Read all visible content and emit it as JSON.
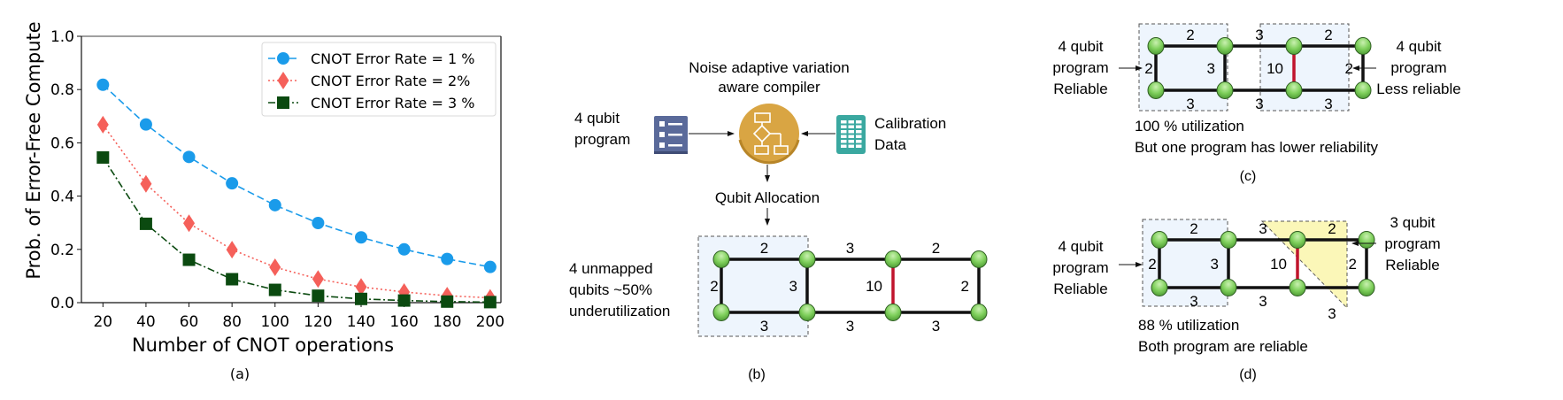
{
  "chart_data": {
    "type": "line",
    "title": "",
    "xlabel": "Number of CNOT operations",
    "ylabel": "Prob. of Error-Free Compute",
    "x": [
      20,
      40,
      60,
      80,
      100,
      120,
      140,
      160,
      180,
      200
    ],
    "xticks": [
      "20",
      "40",
      "60",
      "80",
      "100",
      "120",
      "140",
      "160",
      "180",
      "200"
    ],
    "yticks": [
      "0.0",
      "0.2",
      "0.4",
      "0.6",
      "0.8",
      "1.0"
    ],
    "ylim": [
      0,
      1.0
    ],
    "xlim": [
      10,
      205
    ],
    "grid": false,
    "legend": "top-right",
    "series": [
      {
        "name": "CNOT Error Rate = 1 %",
        "color": "#1a9bea",
        "marker": "circle",
        "linestyle": "dashed",
        "values": [
          0.818,
          0.669,
          0.547,
          0.448,
          0.366,
          0.299,
          0.245,
          0.2,
          0.164,
          0.134
        ]
      },
      {
        "name": "CNOT Error Rate = 2%",
        "color": "#f5605a",
        "marker": "diamond",
        "linestyle": "dotted",
        "values": [
          0.668,
          0.446,
          0.298,
          0.199,
          0.133,
          0.089,
          0.059,
          0.04,
          0.026,
          0.018
        ]
      },
      {
        "name": "CNOT Error Rate = 3 %",
        "color": "#0b4a10",
        "marker": "square",
        "linestyle": "dashdot",
        "values": [
          0.545,
          0.296,
          0.161,
          0.088,
          0.048,
          0.026,
          0.014,
          0.008,
          0.004,
          0.002
        ]
      }
    ],
    "caption": "(a)"
  },
  "panel_b": {
    "compiler_label_line1": "Noise adaptive variation",
    "compiler_label_line2": "aware compiler",
    "program_label_line1": "4 qubit",
    "program_label_line2": "program",
    "calibration_label_line1": "Calibration",
    "calibration_label_line2": "Data",
    "allocation_label": "Qubit Allocation",
    "unmapped_line1": "4 unmapped",
    "unmapped_line2": "qubits ~50%",
    "unmapped_line3": "underutilization",
    "edges": {
      "top": [
        "2",
        "3",
        "2"
      ],
      "bottom": [
        "3",
        "3",
        "3"
      ],
      "vertical": [
        "2",
        "3",
        "10",
        "2"
      ]
    },
    "colors": {
      "program_icon": "#5a6a9a",
      "compiler": "#d9a543",
      "calibration": "#3aa8a0",
      "weak_link": "#c0142c",
      "node": "#7ccf5a",
      "region": "#eef5fd"
    },
    "caption": "(b)"
  },
  "panel_c": {
    "left_label": [
      "4 qubit",
      "program",
      "Reliable"
    ],
    "right_label": [
      "4 qubit",
      "program",
      "Less reliable"
    ],
    "edges": {
      "top": [
        "2",
        "3",
        "2"
      ],
      "bottom": [
        "3",
        "3",
        "3"
      ],
      "vertical": [
        "2",
        "3",
        "10",
        "2"
      ]
    },
    "note_line1": "100 % utilization",
    "note_line2": "But one program has lower reliability",
    "caption": "(c)"
  },
  "panel_d": {
    "left_label": [
      "4 qubit",
      "program",
      "Reliable"
    ],
    "right_label": [
      "3 qubit",
      "program",
      "Reliable"
    ],
    "edges": {
      "top": [
        "2",
        "3",
        "2"
      ],
      "bottom": [
        "3",
        "3",
        "3"
      ],
      "vertical": [
        "2",
        "3",
        "10",
        "2"
      ]
    },
    "note_line1": "88 % utilization",
    "note_line2": "Both program are reliable",
    "colors": {
      "triangle_region": "#fbf7b8"
    },
    "caption": "(d)"
  }
}
